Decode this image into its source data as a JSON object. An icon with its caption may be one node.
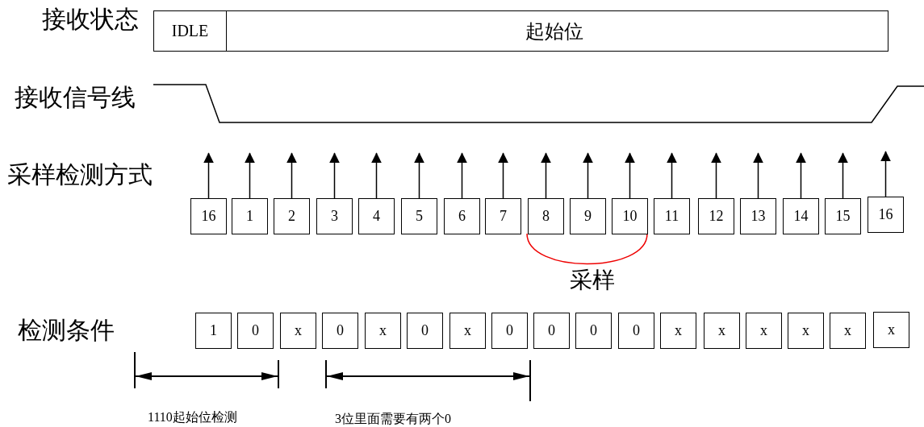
{
  "diagram": {
    "nodes": [
      {
        "text": [
          "IDLE"
        ]
      },
      {
        "text": [
          "起始位"
        ]
      },
      {
        "text": [
          "16"
        ]
      },
      {
        "text": [
          "1"
        ]
      },
      {
        "text": [
          "2"
        ]
      },
      {
        "text": [
          "3"
        ]
      },
      {
        "text": [
          "4"
        ]
      },
      {
        "text": [
          "5"
        ]
      },
      {
        "text": [
          "6"
        ]
      },
      {
        "text": [
          "7"
        ]
      },
      {
        "text": [
          "8"
        ]
      },
      {
        "text": [
          "9"
        ]
      },
      {
        "text": [
          "10"
        ]
      },
      {
        "text": [
          "11"
        ]
      },
      {
        "text": [
          "12"
        ]
      },
      {
        "text": [
          "13"
        ]
      },
      {
        "text": [
          "14"
        ]
      },
      {
        "text": [
          "15"
        ]
      },
      {
        "text": [
          "16"
        ]
      },
      {
        "text": [
          "1"
        ]
      },
      {
        "text": [
          "0"
        ]
      },
      {
        "text": [
          "x"
        ]
      },
      {
        "text": [
          "0"
        ]
      },
      {
        "text": [
          "x"
        ]
      },
      {
        "text": [
          "0"
        ]
      },
      {
        "text": [
          "x"
        ]
      },
      {
        "text": [
          "0"
        ]
      },
      {
        "text": [
          "0"
        ]
      },
      {
        "text": [
          "0"
        ]
      },
      {
        "text": [
          "0"
        ]
      },
      {
        "text": [
          "x"
        ]
      },
      {
        "text": [
          "x"
        ]
      },
      {
        "text": [
          "x"
        ]
      },
      {
        "text": [
          "x"
        ]
      },
      {
        "text": [
          "x"
        ]
      },
      {
        "text": [
          "x"
        ]
      }
    ],
    "edges": [
      {
        "from": 2,
        "to": null,
        "arrow": "to"
      },
      {
        "from": 3,
        "to": null,
        "arrow": "to"
      },
      {
        "from": 4,
        "to": null,
        "arrow": "to"
      },
      {
        "from": 5,
        "to": null,
        "arrow": "to"
      },
      {
        "from": 6,
        "to": null,
        "arrow": "to"
      },
      {
        "from": 7,
        "to": null,
        "arrow": "to"
      },
      {
        "from": 8,
        "to": null,
        "arrow": "to"
      },
      {
        "from": 9,
        "to": null,
        "arrow": "to"
      },
      {
        "from": 10,
        "to": null,
        "arrow": "to"
      },
      {
        "from": 11,
        "to": null,
        "arrow": "to"
      },
      {
        "from": 12,
        "to": null,
        "arrow": "to"
      },
      {
        "from": 13,
        "to": null,
        "arrow": "to"
      },
      {
        "from": 14,
        "to": null,
        "arrow": "to"
      },
      {
        "from": 15,
        "to": null,
        "arrow": "to"
      },
      {
        "from": 16,
        "to": null,
        "arrow": "to"
      },
      {
        "from": 17,
        "to": null,
        "arrow": "to"
      },
      {
        "from": 18,
        "to": null,
        "arrow": "to"
      }
    ],
    "labels": [
      "接收状态",
      "接收信号线",
      "采样检测方式",
      "采样",
      "检测条件",
      "1110起始位检测",
      "3位里面需要有两个0"
    ]
  }
}
